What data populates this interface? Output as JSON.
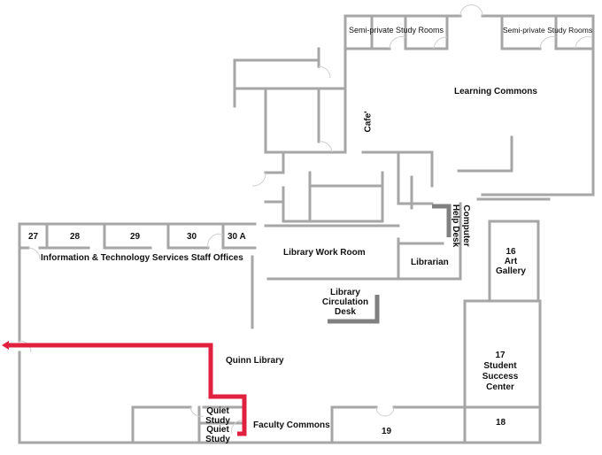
{
  "map": {
    "rooms": {
      "semi_private_1": "Semi-private Study Rooms",
      "semi_private_2": "Semi-private Study Rooms",
      "learning_commons": "Learning Commons",
      "cafe": "Cafe'",
      "computer_help_desk_1": "Computer",
      "computer_help_desk_2": "Help Desk",
      "r27": "27",
      "r28": "28",
      "r29": "29",
      "r30": "30",
      "r30a": "30 A",
      "its_offices": "Information & Technology Services Staff Offices",
      "work_room": "Library Work Room",
      "librarian": "Librarian",
      "gallery_num": "16",
      "gallery_1": "Art",
      "gallery_2": "Gallery",
      "circ_1": "Library",
      "circ_2": "Circulation",
      "circ_3": "Desk",
      "quinn": "Quinn Library",
      "ssc_num": "17",
      "ssc_1": "Student",
      "ssc_2": "Success",
      "ssc_3": "Center",
      "quiet_1": "Quiet Study",
      "quiet_2": "Quiet Study",
      "faculty": "Faculty Commons",
      "r19": "19",
      "r18": "18"
    },
    "colors": {
      "route": "#e0203f",
      "wall": "#a6a6a6",
      "desk": "#808080"
    }
  }
}
